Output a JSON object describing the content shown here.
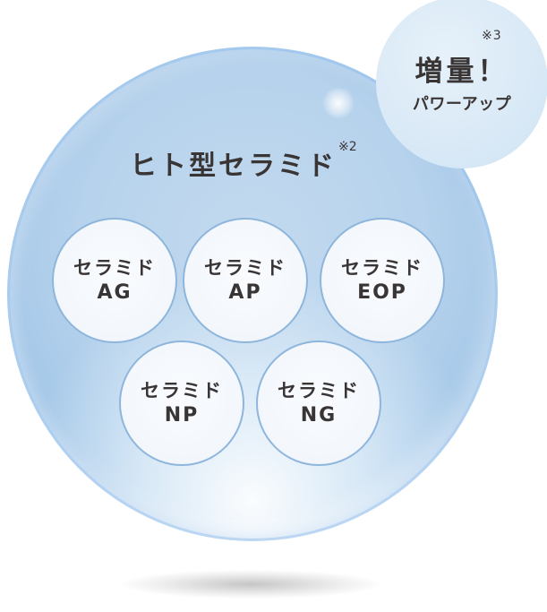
{
  "badge": {
    "note": "※3",
    "headline": "増量！",
    "subline": "パワーアップ"
  },
  "title": {
    "text": "ヒト型セラミド",
    "note": "※2"
  },
  "ceramides": [
    {
      "line1": "セラミド",
      "line2": "AG"
    },
    {
      "line1": "セラミド",
      "line2": "AP"
    },
    {
      "line1": "セラミド",
      "line2": "EOP"
    },
    {
      "line1": "セラミド",
      "line2": "NP"
    },
    {
      "line1": "セラミド",
      "line2": "NG"
    }
  ],
  "colors": {
    "text": "#3a3535",
    "bubble": "#b6d2ec",
    "bubble_rim": "#5fa0dd",
    "chip_border": "#8eb6dc",
    "badge": "#d9e9f6"
  }
}
